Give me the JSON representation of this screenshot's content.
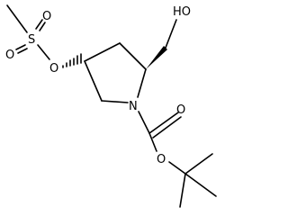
{
  "molecule": {
    "atom_labels": {
      "hydroxyl": "HO",
      "ring_nitrogen": "N",
      "sulfur": "S",
      "sulfonyl_oxygen_1": "O",
      "sulfonyl_oxygen_2": "O",
      "ester_oxygen_mesyl": "O",
      "carbonyl_oxygen": "O",
      "ester_oxygen_boc": "O"
    },
    "colors": {
      "bond": "#000000",
      "text": "#000000",
      "background": "#ffffff"
    }
  }
}
